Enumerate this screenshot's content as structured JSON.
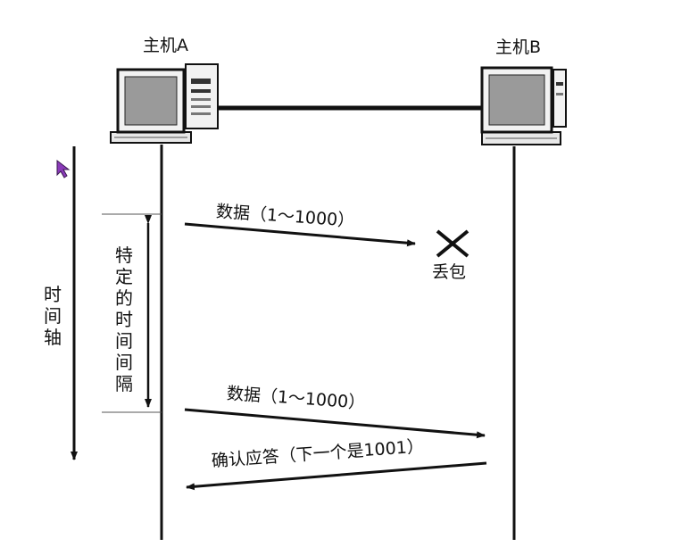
{
  "host_a": {
    "label": "主机A"
  },
  "host_b": {
    "label": "主机B"
  },
  "time_axis_label": "时间轴",
  "interval_label": "特定的时间间隔",
  "messages": [
    {
      "label": "数据（1～1000）",
      "from": "A",
      "to": "B",
      "lost": true
    },
    {
      "label": "数据（1～1000）",
      "from": "A",
      "to": "B",
      "lost": false
    },
    {
      "label": "确认应答（下一个是1001）",
      "from": "B",
      "to": "A",
      "lost": false
    }
  ],
  "loss_label": "丢包",
  "colors": {
    "line": "#111111",
    "screen": "#9a9a9a",
    "case": "#f2f2f2",
    "cursor": "#8a3ab9"
  }
}
